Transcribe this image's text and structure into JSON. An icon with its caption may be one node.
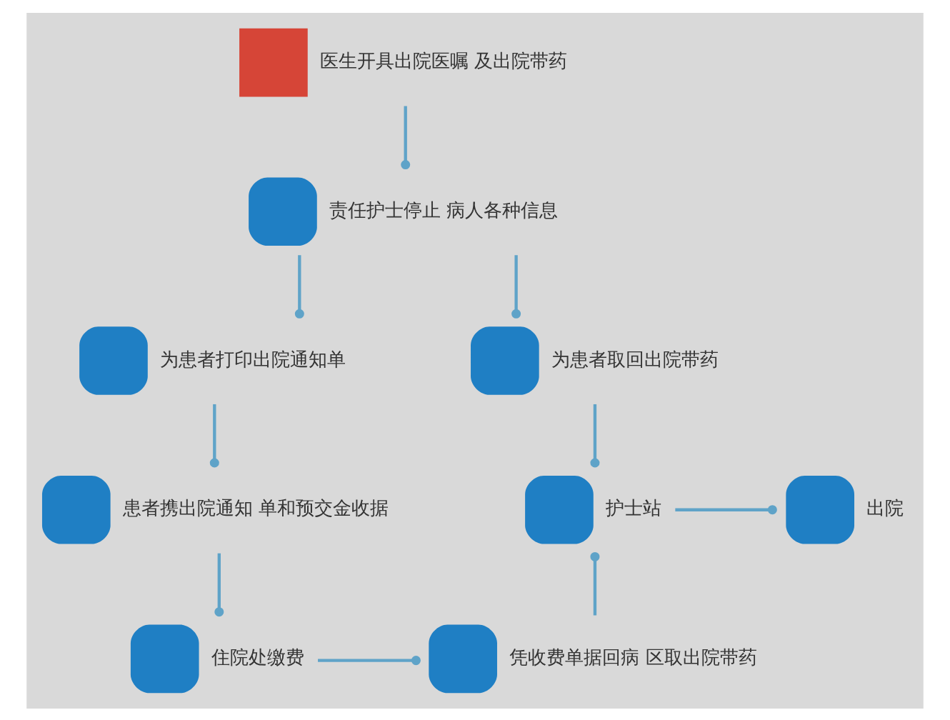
{
  "diagram": {
    "nodes": [
      {
        "text": [
          "医生开具出院医嘱 及出院带药"
        ]
      },
      {
        "text": [
          "责任护士停止 病人各种信息"
        ]
      },
      {
        "text": [
          "为患者打印出院通知单"
        ]
      },
      {
        "text": [
          "为患者取回出院带药"
        ]
      },
      {
        "text": [
          "患者携出院通知 单和预交金收据"
        ]
      },
      {
        "text": [
          "护士站"
        ]
      },
      {
        "text": [
          "出院"
        ]
      },
      {
        "text": [
          "住院处缴费"
        ]
      },
      {
        "text": [
          "凭收费单据回病 区取出院带药"
        ]
      }
    ],
    "edges": [
      {
        "from": 0,
        "to": 1,
        "arrow": "other"
      },
      {
        "from": 1,
        "to": 2,
        "arrow": "other"
      },
      {
        "from": 1,
        "to": 3,
        "arrow": "other"
      },
      {
        "from": 2,
        "to": 4,
        "arrow": "other"
      },
      {
        "from": 4,
        "to": 7,
        "arrow": "other"
      },
      {
        "from": 7,
        "to": 8,
        "arrow": "other"
      },
      {
        "from": 8,
        "to": 5,
        "arrow": "other"
      },
      {
        "from": 3,
        "to": 5,
        "arrow": "other"
      },
      {
        "from": 5,
        "to": 6,
        "arrow": "other"
      }
    ]
  }
}
